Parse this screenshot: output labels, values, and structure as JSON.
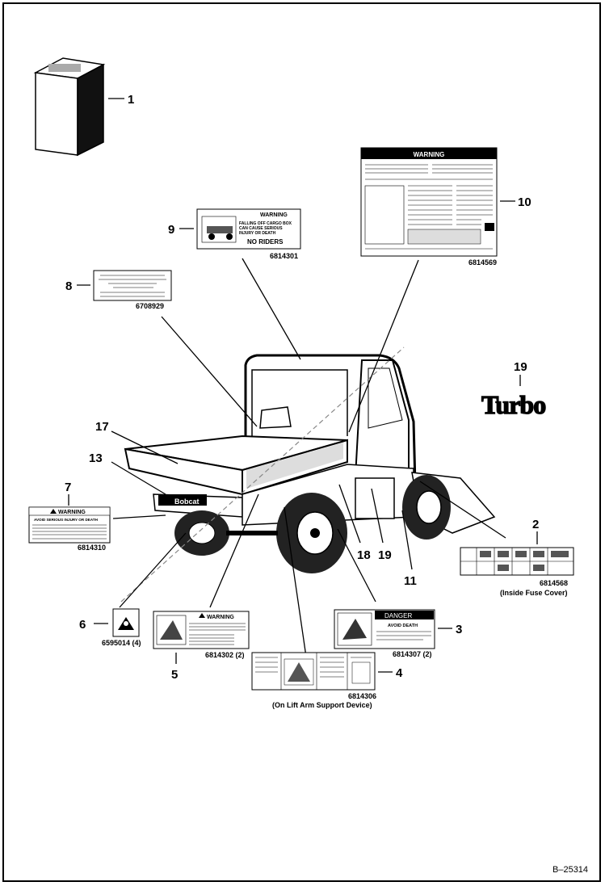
{
  "figure_id": "B–25314",
  "callouts": {
    "c1": "1",
    "c2": "2",
    "c3": "3",
    "c4": "4",
    "c5": "5",
    "c6": "6",
    "c7": "7",
    "c8": "8",
    "c9": "9",
    "c10": "10",
    "c11": "11",
    "c13": "13",
    "c17": "17",
    "c18": "18",
    "c19a": "19",
    "c19b": "19"
  },
  "part_numbers": {
    "p2": "6814568",
    "p3": "6814307 (2)",
    "p4": "6814306",
    "p5": "6814302 (2)",
    "p6": "6595014 (4)",
    "p7": "6814310",
    "p8": "6708929",
    "p9": "6814301",
    "p10": "6814569"
  },
  "notes": {
    "n2": "(Inside Fuse Cover)",
    "n4": "(On Lift Arm Support Device)"
  },
  "decal_text": {
    "turbo": "Turbo",
    "warning": "WARNING",
    "danger": "DANGER",
    "no_riders": "NO RIDERS",
    "falling_off": "FALLING OFF CARGO BOX",
    "can_cause": "CAN CAUSE SERIOUS",
    "injury": "INJURY OR DEATH",
    "avoid_death": "AVOID DEATH",
    "avoid_serious": "AVOID SERIOUS INJURY OR DEATH",
    "bobcat": "Bobcat"
  }
}
